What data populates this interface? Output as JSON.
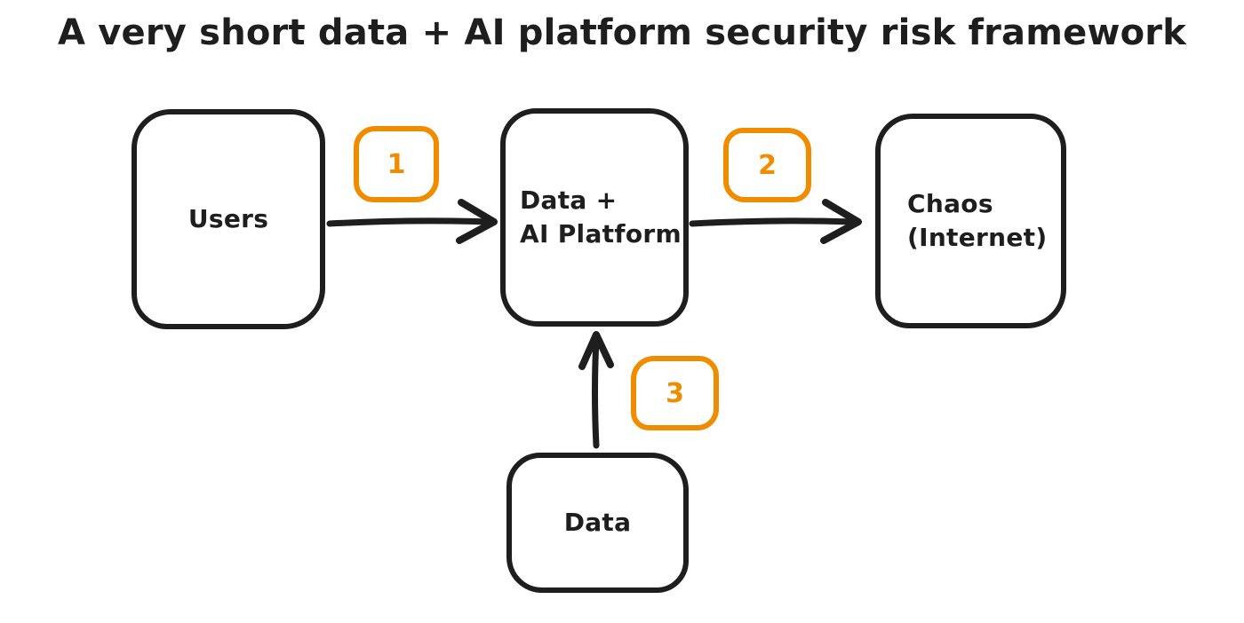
{
  "title": "A very short data + AI platform security risk framework",
  "colors": {
    "stroke": "#1e1e1e",
    "accent": "#f08c00",
    "background": "#ffffff"
  },
  "nodes": {
    "users": {
      "label": "Users"
    },
    "platform": {
      "line1": "Data +",
      "line2": "AI Platform"
    },
    "chaos": {
      "line1": "Chaos",
      "line2": "(Internet)"
    },
    "data": {
      "label": "Data"
    }
  },
  "badges": {
    "step1": "1",
    "step2": "2",
    "step3": "3"
  },
  "edges": [
    {
      "from": "Users",
      "to": "Data + AI Platform",
      "badge": "1"
    },
    {
      "from": "Data + AI Platform",
      "to": "Chaos (Internet)",
      "badge": "2"
    },
    {
      "from": "Data",
      "to": "Data + AI Platform",
      "badge": "3"
    }
  ]
}
